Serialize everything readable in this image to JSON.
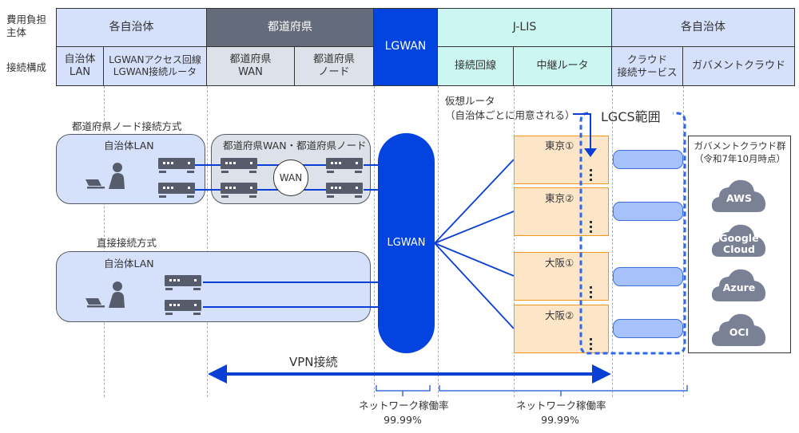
{
  "header": {
    "row1_label": "費用負担\n主体",
    "row2_label": "接続構成",
    "cost_bearers": [
      {
        "label": "各自治体",
        "color": "#d5e1fb"
      },
      {
        "label": "都道府県",
        "color": "#646b7b"
      },
      {
        "label": "LGWAN",
        "color": "#0343df"
      },
      {
        "label": "J-LIS",
        "color": "#ccf6f1"
      },
      {
        "label": "各自治体",
        "color": "#d5e1fb"
      }
    ],
    "components": [
      {
        "line1": "自治体",
        "line2": "LAN"
      },
      {
        "line1": "LGWANアクセス回線",
        "line2": "LGWAN接続ルータ"
      },
      {
        "line1": "都道府県",
        "line2": "WAN"
      },
      {
        "line1": "都道府県",
        "line2": "ノード"
      },
      {
        "line1": "接続回線",
        "line2": ""
      },
      {
        "line1": "中継ルータ",
        "line2": ""
      },
      {
        "line1": "クラウド",
        "line2": "接続サービス"
      },
      {
        "line1": "ガバメントクラウド",
        "line2": ""
      }
    ]
  },
  "diagram": {
    "pref_node_method": {
      "title": "都道府県ノード接続方式",
      "lan_label": "自治体LAN",
      "pref_box_label": "都道府県WAN・都道府県ノード",
      "wan_label": "WAN"
    },
    "direct_method": {
      "title": "直接接続方式",
      "lan_label": "自治体LAN"
    },
    "lgwan_label": "LGWAN",
    "virtual_router_note": {
      "line1": "仮想ルータ",
      "line2": "（自治体ごとに用意される）"
    },
    "lgcs_label": "LGCS範囲",
    "sites": [
      {
        "label": "東京①"
      },
      {
        "label": "東京②"
      },
      {
        "label": "大阪①"
      },
      {
        "label": "大阪②"
      }
    ],
    "gov_cloud_group": {
      "title_line1": "ガバメントクラウド群",
      "title_line2": "（令和7年10月時点）",
      "providers": [
        {
          "line1": "AWS",
          "line2": ""
        },
        {
          "line1": "Google",
          "line2": "Cloud"
        },
        {
          "line1": "Azure",
          "line2": ""
        },
        {
          "line1": "OCI",
          "line2": ""
        }
      ]
    },
    "vpn_label": "VPN接続",
    "availability": [
      {
        "label": "ネットワーク稼働率",
        "value": "99.99%"
      },
      {
        "label": "ネットワーク稼働率",
        "value": "99.99%"
      }
    ]
  },
  "colors": {
    "lgwan_blue": "#0343df",
    "line_blue": "#0a3fd6",
    "lgcs_dash": "#2a66ee",
    "site_fill": "#fde6c8",
    "site_border": "#f0961c",
    "service_fill": "#a7c1fb",
    "device_gray": "#575c6c"
  }
}
